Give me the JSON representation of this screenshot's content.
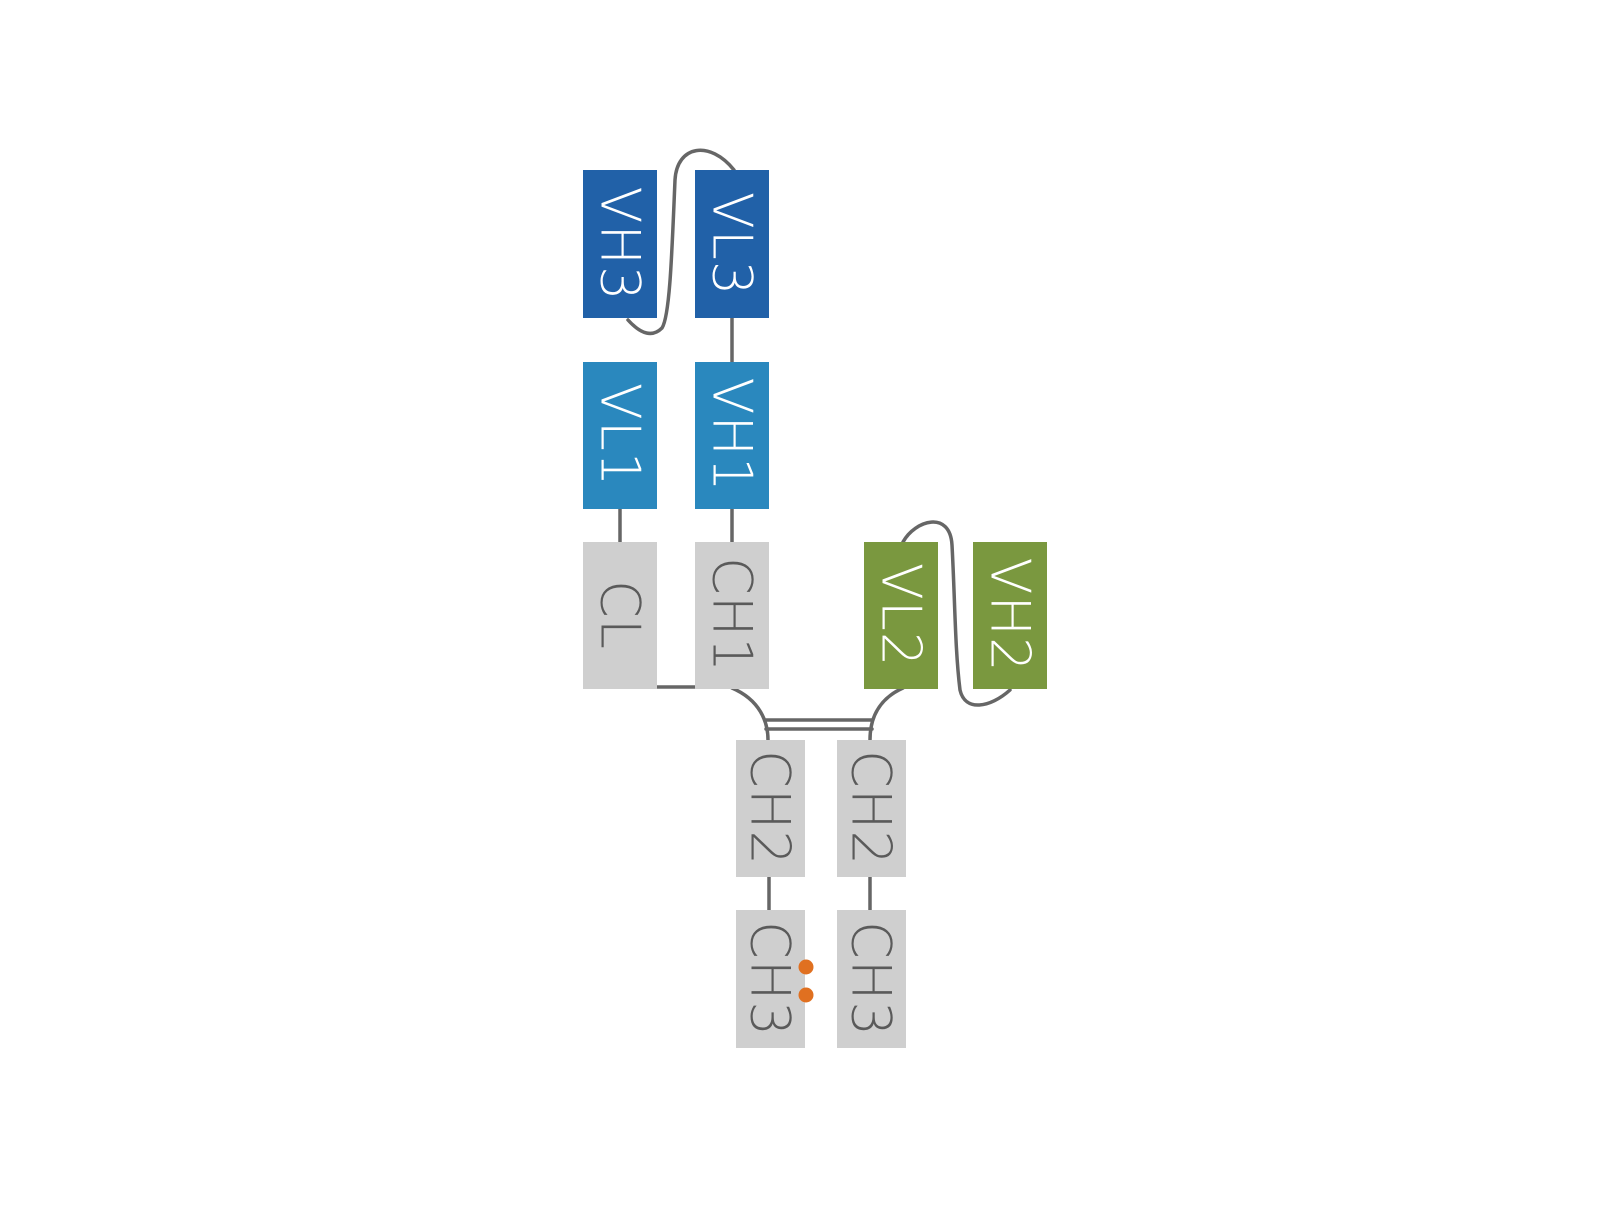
{
  "colors": {
    "dark_blue": "#2161a8",
    "mid_blue": "#2a88be",
    "green": "#7a983f",
    "grey": "#cfcfcf",
    "connector": "#666666",
    "dot": "#e07020",
    "label_on_color": "#ffffff",
    "label_on_grey": "#5a5a5a"
  },
  "domains": {
    "vh3": "VH3",
    "vl3": "VL3",
    "vl1": "VL1",
    "vh1": "VH1",
    "cl": "CL",
    "ch1": "CH1",
    "vl2": "VL2",
    "vh2": "VH2",
    "ch2_left": "CH2",
    "ch2_right": "CH2",
    "ch3_left": "CH3",
    "ch3_right": "CH3"
  }
}
